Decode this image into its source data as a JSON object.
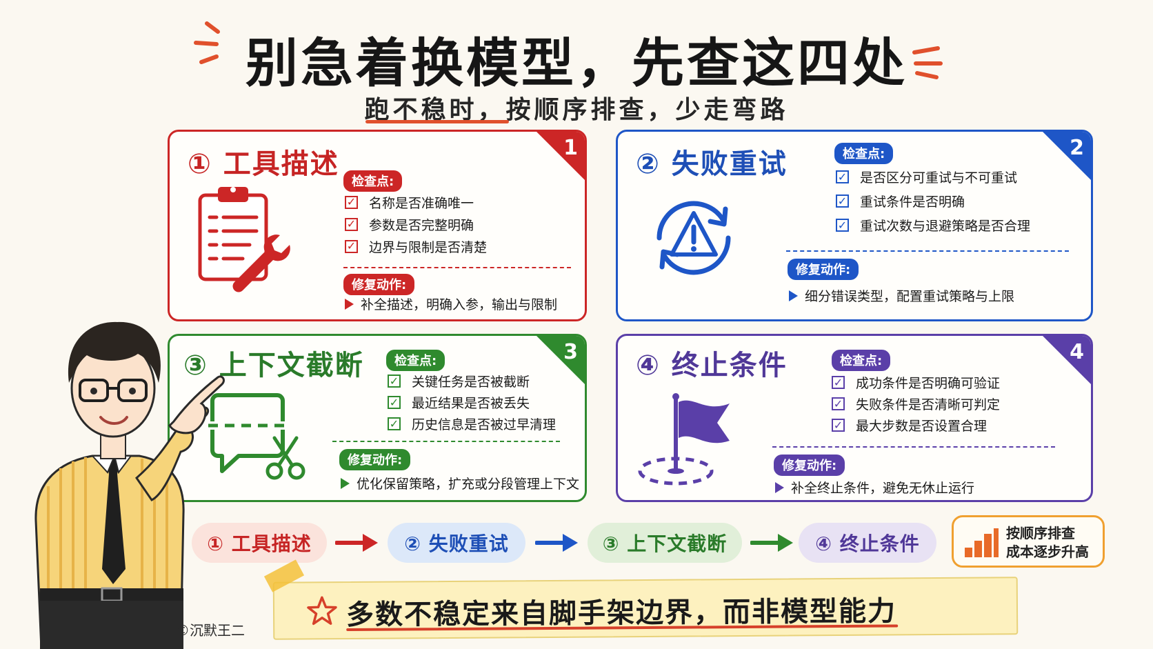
{
  "header": {
    "title": "别急着换模型，先查这四处",
    "subtitle": "跑不稳时，按顺序排查，少走弯路"
  },
  "cards": [
    {
      "number": "1",
      "title": "① 工具描述",
      "check_label": "检查点:",
      "checks": [
        "名称是否准确唯一",
        "参数是否完整明确",
        "边界与限制是否清楚"
      ],
      "fix_label": "修复动作:",
      "fix": "补全描述，明确入参，输出与限制",
      "icon": "clipboard-wrench-icon",
      "color": "#cc2626"
    },
    {
      "number": "2",
      "title": "② 失败重试",
      "check_label": "检查点:",
      "checks": [
        "是否区分可重试与不可重试",
        "重试条件是否明确",
        "重试次数与退避策略是否合理"
      ],
      "fix_label": "修复动作:",
      "fix": "细分错误类型，配置重试策略与上限",
      "icon": "warning-cycle-icon",
      "color": "#1e56c7"
    },
    {
      "number": "3",
      "title": "③ 上下文截断",
      "check_label": "检查点:",
      "checks": [
        "关键任务是否被截断",
        "最近结果是否被丢失",
        "历史信息是否被过早清理"
      ],
      "fix_label": "修复动作:",
      "fix": "优化保留策略，扩充或分段管理上下文",
      "icon": "chat-scissors-icon",
      "color": "#2f8a2e"
    },
    {
      "number": "4",
      "title": "④ 终止条件",
      "check_label": "检查点:",
      "checks": [
        "成功条件是否明确可验证",
        "失败条件是否清晰可判定",
        "最大步数是否设置合理"
      ],
      "fix_label": "修复动作:",
      "fix": "补全终止条件，避免无休止运行",
      "icon": "flag-target-icon",
      "color": "#5a3fa8"
    }
  ],
  "flow": {
    "steps": [
      "① 工具描述",
      "② 失败重试",
      "③ 上下文截断",
      "④ 终止条件"
    ],
    "note": [
      "按顺序排查",
      "成本逐步升高"
    ]
  },
  "footer": {
    "banner": "多数不稳定来自脚手架边界，而非模型能力",
    "copyright": "©沉默王二"
  }
}
